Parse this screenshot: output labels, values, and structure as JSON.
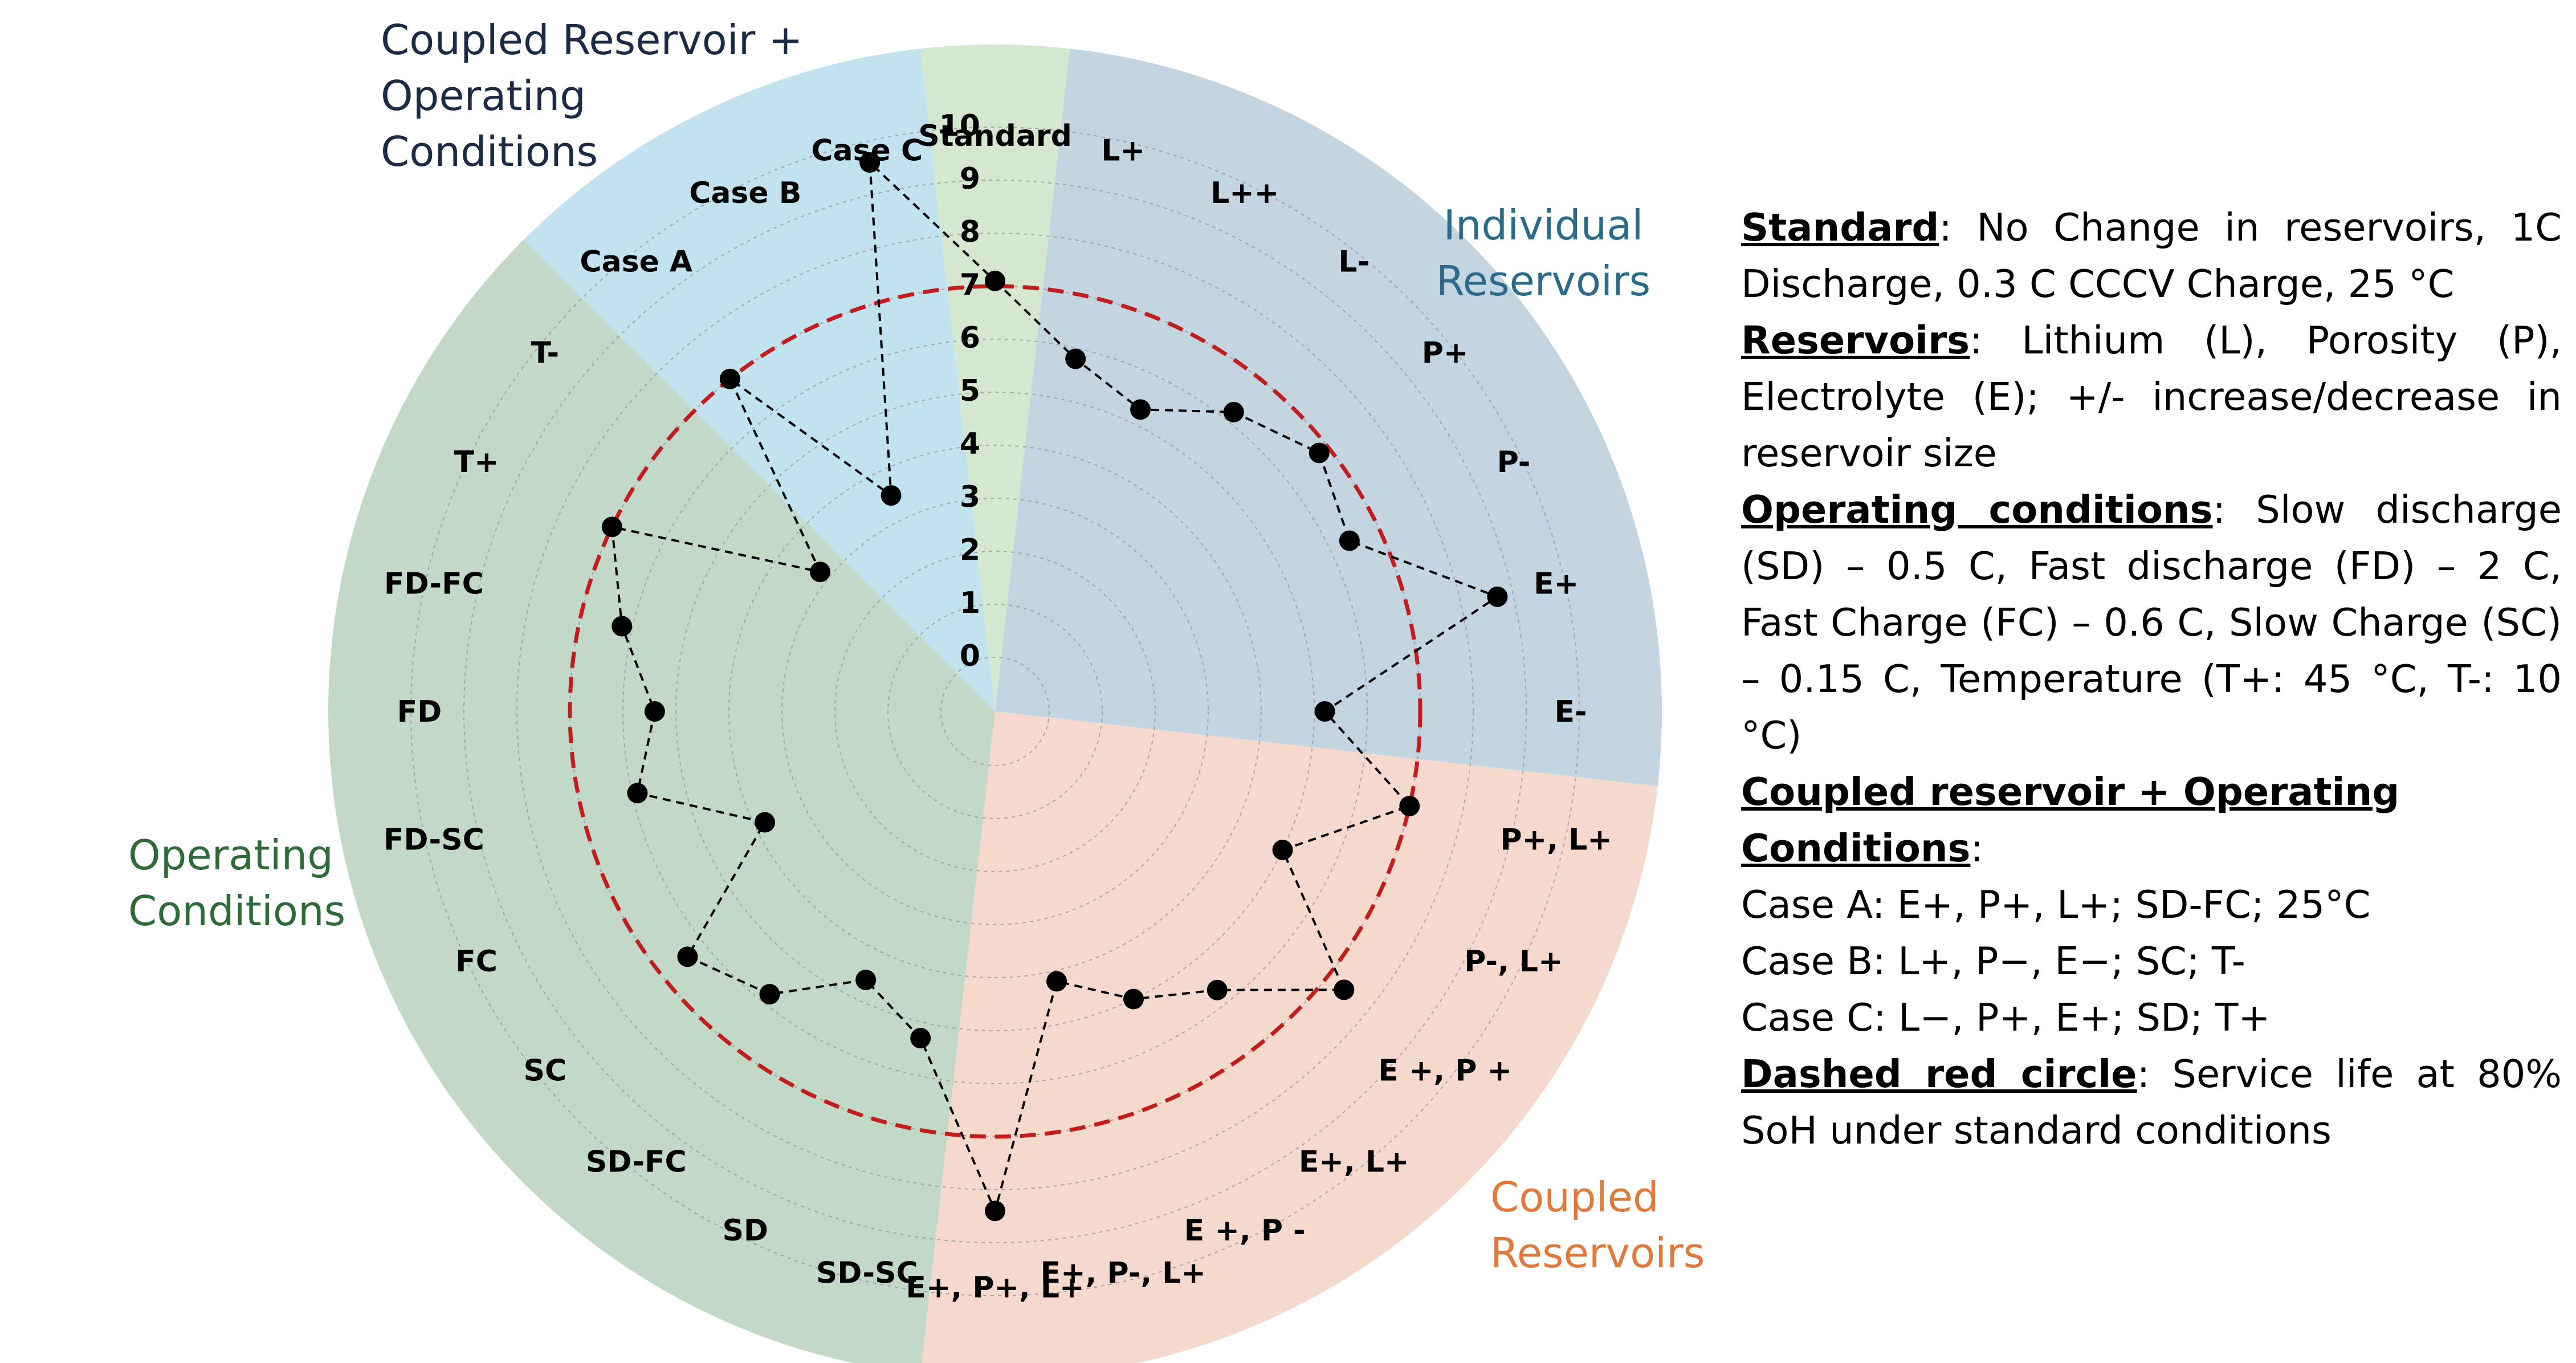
{
  "chart_data": {
    "type": "radar",
    "radial_ticks": [
      "0",
      "1",
      "2",
      "3",
      "4",
      "5",
      "6",
      "7",
      "8",
      "9",
      "10"
    ],
    "rlim": [
      0,
      10
    ],
    "reference_value": 7,
    "categories": [
      "Standard",
      "L+",
      "L++",
      "L-",
      "P+",
      "P-",
      "E+",
      "E-",
      "P+, L+",
      "P-, L+",
      "E +, P +",
      "E+, L+",
      "E +, P -",
      "E+, P-, L+",
      "E+, P+, L+",
      "SD-SC",
      "SD",
      "SD-FC",
      "SC",
      "FC",
      "FD-SC",
      "FD",
      "FD-FC",
      "T+",
      "T-",
      "Case A",
      "Case B",
      "Case C"
    ],
    "series": [
      {
        "values": [
          7.1,
          5.8,
          5.3,
          6.2,
          6.8,
          6.4,
          8.7,
          5.2,
          7.0,
          5.0,
          7.4,
          5.7,
          5.0,
          4.2,
          8.4,
          5.3,
          4.6,
          5.8,
          6.4,
          3.8,
          5.9,
          5.4,
          6.2,
          7.0,
          3.2,
          7.0,
          3.5,
          9.6
        ]
      }
    ],
    "groups": [
      {
        "name": "Individual Reservoirs",
        "color": "#c2d5e0"
      },
      {
        "name": "Coupled Reservoirs",
        "color": "#f5d9cc"
      },
      {
        "name": "Operating Conditions",
        "color": "#c3d9c7"
      },
      {
        "name": "Coupled Reservoir + Operating Conditions",
        "color": "#c3e2f0"
      },
      {
        "name": "Standard",
        "color": "#d5e8cf"
      }
    ],
    "group_label_colors": {
      "individual": "#2b6a8a",
      "coupled": "#e07a3c",
      "operating": "#2d6b38",
      "combined": "#1b2b45"
    },
    "marker_color": "#000000",
    "reference_color": "#c21c1c"
  },
  "group_labels": {
    "individual": [
      "Individual",
      "Reservoirs"
    ],
    "coupled": [
      "Coupled",
      "Reservoirs"
    ],
    "operating": [
      "Operating",
      "Conditions"
    ],
    "combined": [
      "Coupled Reservoir +",
      "Operating",
      "Conditions"
    ]
  },
  "legend": {
    "standard_head": "Standard",
    "standard_text": ": No Change in reservoirs, 1C Discharge, 0.3 C CCCV Charge, 25 °C",
    "reservoirs_head": "Reservoirs",
    "reservoirs_text": ": Lithium (L), Porosity (P), Electrolyte (E); +/- increase/decrease in reservoir size",
    "operating_head": "Operating conditions",
    "operating_text": ": Slow discharge (SD) – 0.5 C, Fast discharge (FD) – 2 C, Fast Charge (FC) – 0.6 C, Slow Charge (SC) – 0.15 C, Temperature (T+: 45 °C, T-: 10 °C)",
    "coupled_head_1": "Coupled reservoir + Operating",
    "coupled_head_2": "Conditions",
    "coupled_colon": ":",
    "case_a": "Case A: E+, P+, L+; SD-FC; 25°C",
    "case_b": "Case B: L+, P−, E−; SC; T-",
    "case_c": "Case C: L−, P+, E+; SD; T+",
    "dashed_head": "Dashed red circle",
    "dashed_text": ": Service life at 80% SoH under standard conditions"
  }
}
